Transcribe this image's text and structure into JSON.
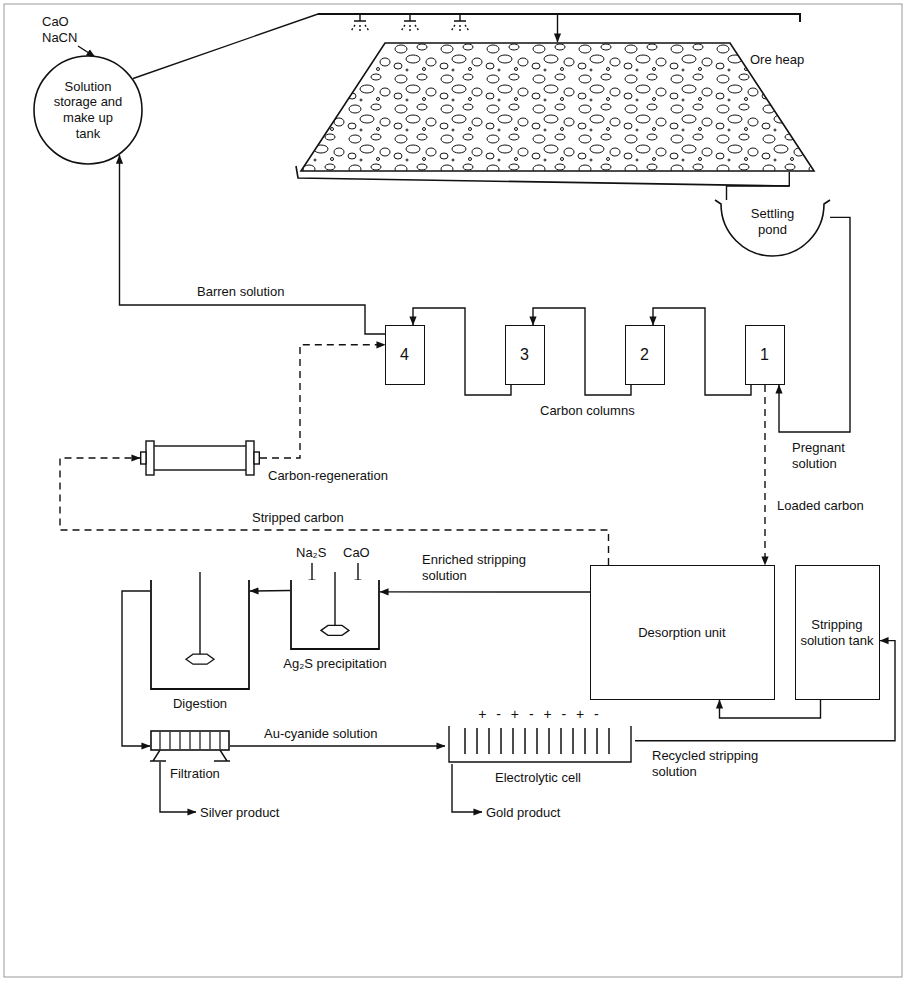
{
  "diagram": {
    "nodes": [
      {
        "text": [
          "Solution storage and make up tank"
        ]
      },
      {
        "text": [
          "Ore heap"
        ]
      },
      {
        "text": [
          "Settling pond"
        ]
      },
      {
        "text": [
          "4"
        ]
      },
      {
        "text": [
          "3"
        ]
      },
      {
        "text": [
          "2"
        ]
      },
      {
        "text": [
          "1"
        ]
      },
      {
        "text": [
          "Carbon-regeneration"
        ]
      },
      {
        "text": [
          "Desorption unit"
        ]
      },
      {
        "text": [
          "Stripping solution tank"
        ]
      },
      {
        "text": [
          "Ag₂S precipitation"
        ]
      },
      {
        "text": [
          "Digestion"
        ]
      },
      {
        "text": [
          "Filtration"
        ]
      },
      {
        "text": [
          "+ - + - + - + -",
          "Electrolytic cell"
        ]
      }
    ],
    "edges": [
      {
        "from": 0,
        "to": 1,
        "arrow": "to"
      },
      {
        "from": 1,
        "to": 2,
        "arrow": "none"
      },
      {
        "from": 2,
        "to": 6,
        "label": "Pregnant solution",
        "arrow": "to"
      },
      {
        "from": 6,
        "to": 5,
        "arrow": "to"
      },
      {
        "from": 5,
        "to": 4,
        "arrow": "to"
      },
      {
        "from": 4,
        "to": 3,
        "arrow": "to"
      },
      {
        "from": 3,
        "to": 0,
        "label": "Barren solution",
        "arrow": "to"
      },
      {
        "from": 6,
        "to": 8,
        "label": "Loaded carbon",
        "arrow": "to"
      },
      {
        "from": 8,
        "to": 7,
        "label": "Stripped carbon",
        "arrow": "to"
      },
      {
        "from": 7,
        "to": 3,
        "arrow": "to"
      },
      {
        "from": 8,
        "to": 10,
        "label": "Enriched stripping solution",
        "arrow": "to"
      },
      {
        "from": 10,
        "to": 11,
        "arrow": "to"
      },
      {
        "from": 11,
        "to": 12,
        "arrow": "to"
      },
      {
        "from": 12,
        "to": 13,
        "label": "Au-cyanide solution",
        "arrow": "to"
      },
      {
        "from": 13,
        "to": 9,
        "label": "Recycled stripping solution",
        "arrow": "to"
      },
      {
        "from": 9,
        "to": 8,
        "arrow": "to"
      }
    ],
    "labels": [
      "CaO",
      "NaCN",
      "Carbon columns",
      "Na₂S",
      "CaO",
      "Silver product",
      "Gold product"
    ]
  }
}
